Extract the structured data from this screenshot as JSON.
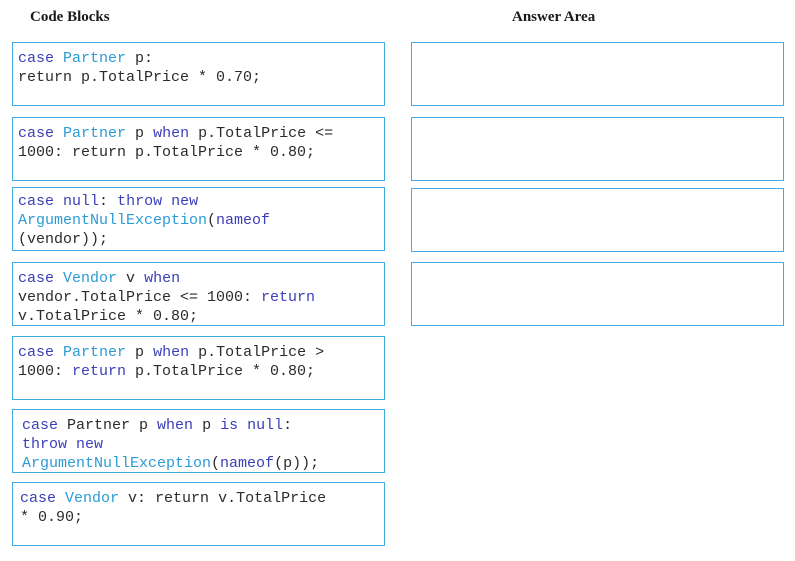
{
  "headings": {
    "code_blocks": "Code Blocks",
    "answer_area": "Answer Area"
  },
  "colors": {
    "border": "#41ace0",
    "keyword": "#3b3fb8",
    "type": "#2b9bd6",
    "text": "#2b2b2b"
  },
  "code_blocks": [
    {
      "lines": [
        [
          {
            "t": "kw",
            "v": "case"
          },
          {
            "t": "plain",
            "v": " "
          },
          {
            "t": "type",
            "v": "Partner"
          },
          {
            "t": "plain",
            "v": " p:"
          }
        ],
        [
          {
            "t": "plain",
            "v": "return p.TotalPrice * 0.70;"
          }
        ]
      ]
    },
    {
      "lines": [
        [
          {
            "t": "kw",
            "v": "case"
          },
          {
            "t": "plain",
            "v": " "
          },
          {
            "t": "type",
            "v": "Partner"
          },
          {
            "t": "plain",
            "v": " p "
          },
          {
            "t": "kw",
            "v": "when"
          },
          {
            "t": "plain",
            "v": " p.TotalPrice <="
          }
        ],
        [
          {
            "t": "plain",
            "v": "1000: return p.TotalPrice * 0.80;"
          }
        ]
      ]
    },
    {
      "lines": [
        [
          {
            "t": "kw",
            "v": "case"
          },
          {
            "t": "plain",
            "v": " "
          },
          {
            "t": "kw",
            "v": "null"
          },
          {
            "t": "plain",
            "v": ": "
          },
          {
            "t": "kw",
            "v": "throw"
          },
          {
            "t": "plain",
            "v": " "
          },
          {
            "t": "kw",
            "v": "new"
          }
        ],
        [
          {
            "t": "type",
            "v": "ArgumentNullException"
          },
          {
            "t": "plain",
            "v": "("
          },
          {
            "t": "kw",
            "v": "nameof"
          }
        ],
        [
          {
            "t": "plain",
            "v": "(vendor));"
          }
        ]
      ]
    },
    {
      "lines": [
        [
          {
            "t": "kw",
            "v": "case"
          },
          {
            "t": "plain",
            "v": " "
          },
          {
            "t": "type",
            "v": "Vendor"
          },
          {
            "t": "plain",
            "v": " v "
          },
          {
            "t": "kw",
            "v": "when"
          }
        ],
        [
          {
            "t": "plain",
            "v": "vendor.TotalPrice <= 1000: "
          },
          {
            "t": "kw",
            "v": "return"
          }
        ],
        [
          {
            "t": "plain",
            "v": "v.TotalPrice * 0.80;"
          }
        ]
      ]
    },
    {
      "lines": [
        [
          {
            "t": "kw",
            "v": "case"
          },
          {
            "t": "plain",
            "v": " "
          },
          {
            "t": "type",
            "v": "Partner"
          },
          {
            "t": "plain",
            "v": " p "
          },
          {
            "t": "kw",
            "v": "when"
          },
          {
            "t": "plain",
            "v": " p.TotalPrice >"
          }
        ],
        [
          {
            "t": "plain",
            "v": "1000: "
          },
          {
            "t": "kw",
            "v": "return"
          },
          {
            "t": "plain",
            "v": " p.TotalPrice * 0.80;"
          }
        ]
      ]
    },
    {
      "lines": [
        [
          {
            "t": "kw",
            "v": "case"
          },
          {
            "t": "plain",
            "v": " Partner p "
          },
          {
            "t": "kw",
            "v": "when"
          },
          {
            "t": "plain",
            "v": " p "
          },
          {
            "t": "kw",
            "v": "is"
          },
          {
            "t": "plain",
            "v": " "
          },
          {
            "t": "kw",
            "v": "null"
          },
          {
            "t": "plain",
            "v": ":"
          }
        ],
        [
          {
            "t": "kw",
            "v": "throw"
          },
          {
            "t": "plain",
            "v": " "
          },
          {
            "t": "kw",
            "v": "new"
          }
        ],
        [
          {
            "t": "type",
            "v": "ArgumentNullException"
          },
          {
            "t": "plain",
            "v": "("
          },
          {
            "t": "kw",
            "v": "nameof"
          },
          {
            "t": "plain",
            "v": "(p));"
          }
        ]
      ]
    },
    {
      "lines": [
        [
          {
            "t": "kw",
            "v": "case"
          },
          {
            "t": "plain",
            "v": " "
          },
          {
            "t": "type",
            "v": "Vendor"
          },
          {
            "t": "plain",
            "v": " v: return v.TotalPrice"
          }
        ],
        [
          {
            "t": "plain",
            "v": "* 0.90;"
          }
        ]
      ]
    }
  ],
  "answer_slots": [
    {
      "content": ""
    },
    {
      "content": ""
    },
    {
      "content": ""
    },
    {
      "content": ""
    }
  ]
}
